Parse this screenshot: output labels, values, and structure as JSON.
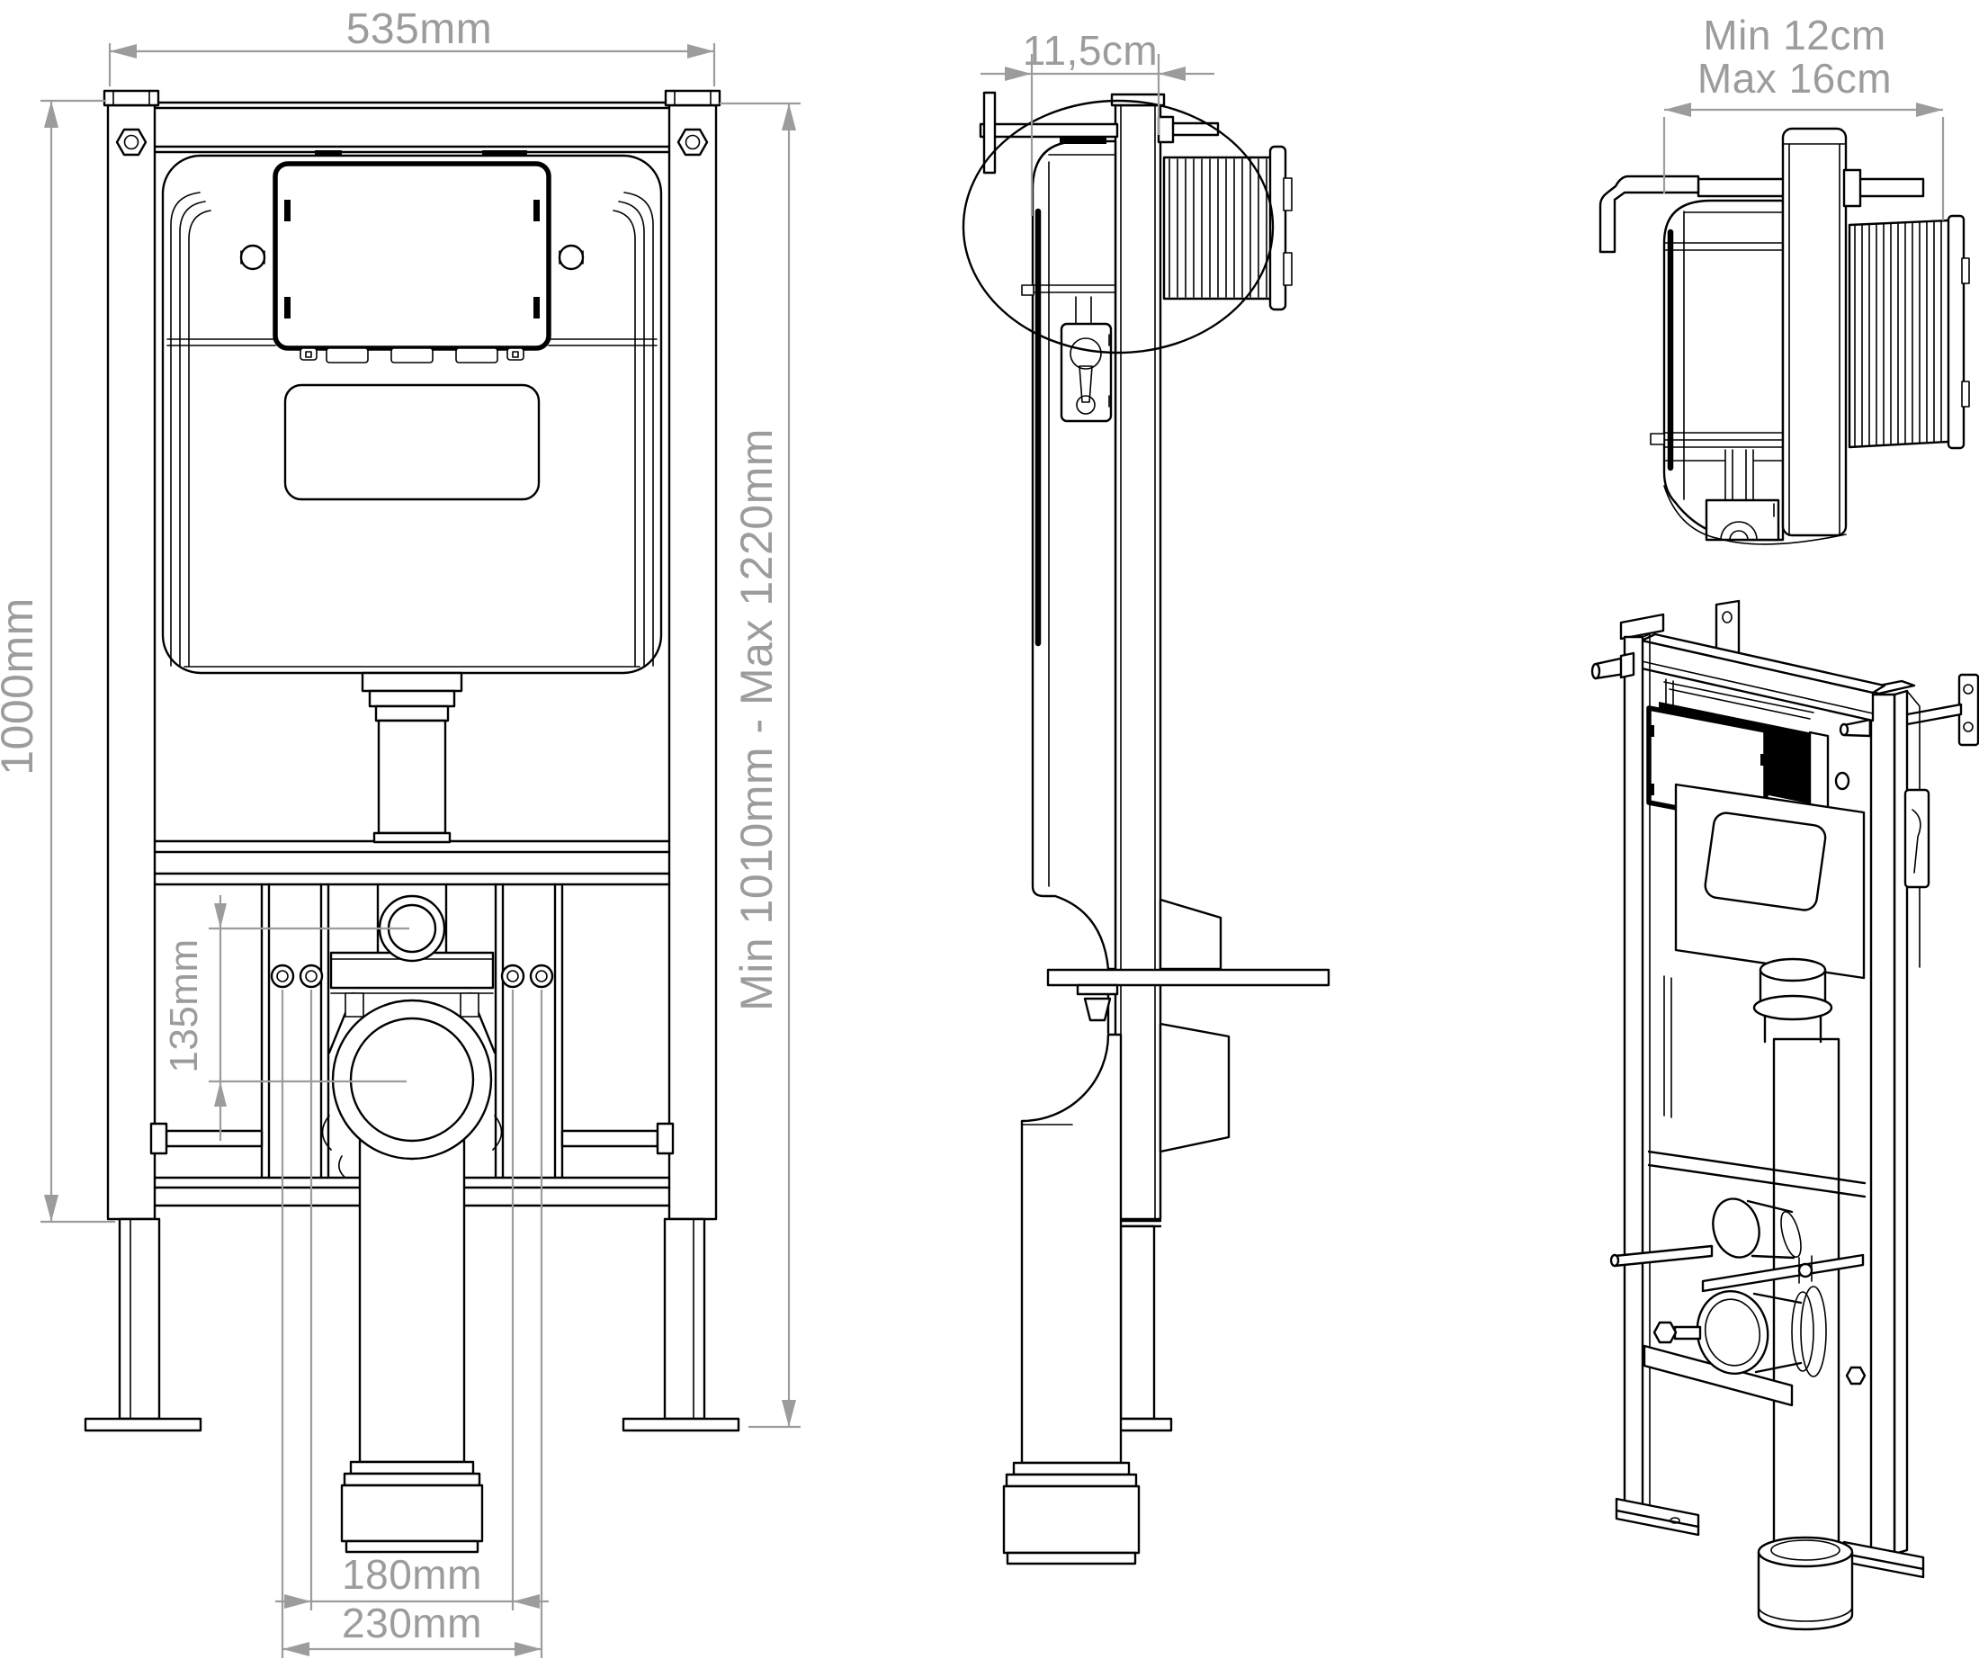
{
  "drawing": {
    "type": "technical-installation-diagram",
    "subject": "concealed-cistern-wc-frame",
    "colors": {
      "line": "#000000",
      "dimension": "#9c9c9c",
      "background": "#ffffff"
    }
  },
  "dimensions": {
    "front": {
      "width": "535mm",
      "height": "1000mm",
      "height_range": "Min 1010mm - Max 1220mm",
      "offset": "135mm",
      "drain_inner": "180mm",
      "drain_outer": "230mm"
    },
    "side": {
      "depth": "11,5cm"
    },
    "detail": {
      "depth_min": "Min 12cm",
      "depth_max": "Max 16cm"
    }
  }
}
